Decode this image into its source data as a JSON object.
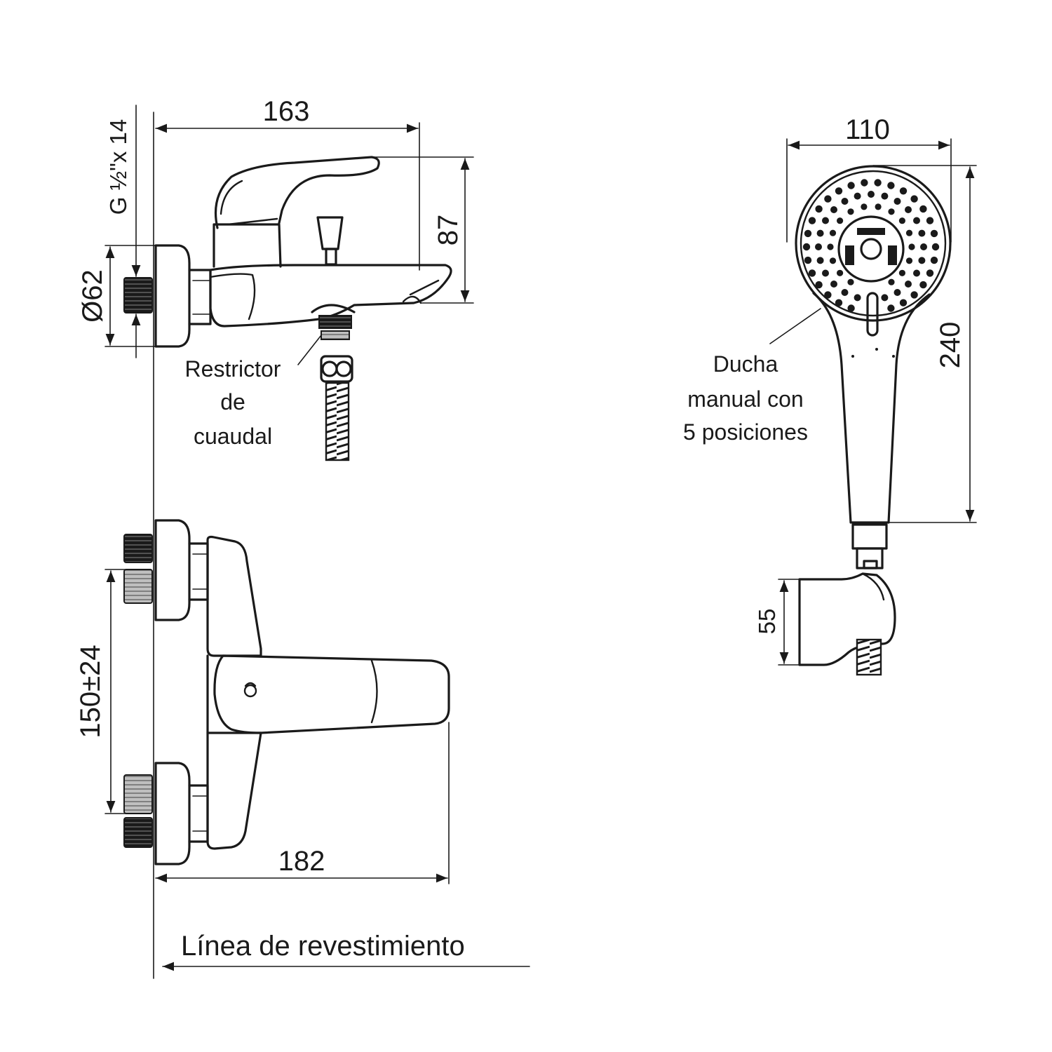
{
  "dimensions": {
    "width_top": "163",
    "thread_spec": "G ½\"x 14",
    "diameter": "Ø62",
    "height_spout": "87",
    "inlet_spacing": "150±24",
    "width_front": "182",
    "shower_width": "110",
    "shower_length": "240",
    "holder_height": "55"
  },
  "labels": {
    "restrictor_line1": "Restrictor",
    "restrictor_line2": "de",
    "restrictor_line3": "cuaudal",
    "shower_line1": "Ducha",
    "shower_line2": "manual con",
    "shower_line3": "5 posiciones",
    "coating_line": "Línea de revestimiento"
  },
  "colors": {
    "ink": "#1a1a1a",
    "paper": "#ffffff"
  }
}
